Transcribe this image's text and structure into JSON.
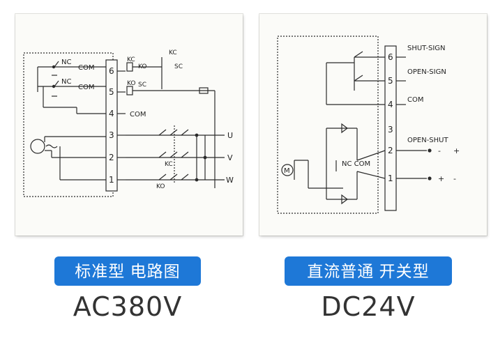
{
  "left_panel": {
    "badge": "标准型 电路图",
    "model": "AC380V",
    "terminals": [
      "6",
      "5",
      "4",
      "3",
      "2",
      "1"
    ],
    "labels": {
      "nc1": "NC",
      "com1": "COM",
      "nc2": "NC",
      "com2": "COM",
      "com4": "COM",
      "kc_top": "KC",
      "ko_top": "KO",
      "kc_sw": "KC",
      "sc_top": "SC",
      "ko_mid": "KO",
      "sc_mid": "SC",
      "kc_bot": "KC",
      "ko_bot": "KO",
      "u": "U",
      "v": "V",
      "w": "W"
    }
  },
  "right_panel": {
    "badge": "直流普通 开关型",
    "model": "DC24V",
    "terminals": [
      "6",
      "5",
      "4",
      "3",
      "2",
      "1"
    ],
    "labels": {
      "shut_sign": "SHUT-SIGN",
      "open_sign": "OPEN-SIGN",
      "com": "COM",
      "open_shut": "OPEN-SHUT",
      "nc_com": "NC COM",
      "motor": "M",
      "minus_a": "-",
      "plus_a": "+",
      "plus_b": "+",
      "minus_b": "-"
    }
  }
}
